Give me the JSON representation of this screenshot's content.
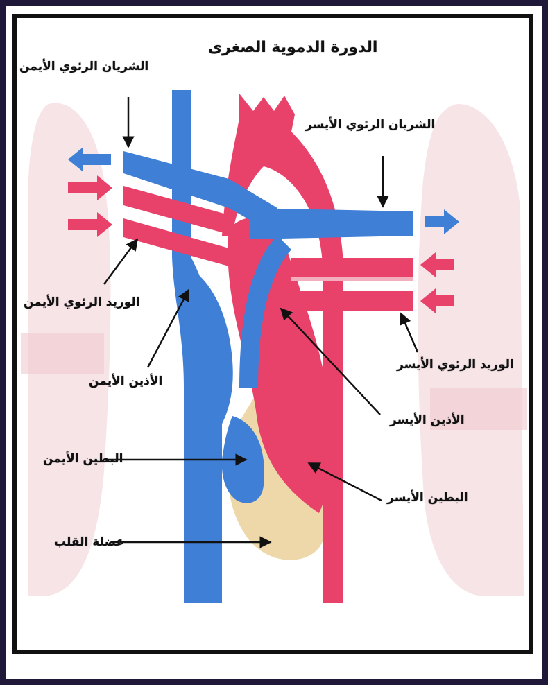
{
  "diagram": {
    "title": "الدورة الدموية الصغرى",
    "labels": {
      "right_pulmonary_artery": "الشريان الرئوي الأيمن",
      "left_pulmonary_artery": "الشريان الرئوي الأيسر",
      "right_pulmonary_vein": "الوريد الرئوي الأيمن",
      "left_pulmonary_vein": "الوريد الرئوي الأيسر",
      "right_atrium": "الأذين الأيمن",
      "left_atrium": "الأذين الأيسر",
      "right_ventricle": "البطين الأيمن",
      "left_ventricle": "البطين الأيسر",
      "heart_muscle": "عضلة القلب"
    },
    "colors": {
      "deoxygenated": "#3f7fd6",
      "oxygenated": "#e8426a",
      "heart_muscle": "#eed7a8",
      "lung": "#f6dfe3",
      "frame": "#111111",
      "background": "#1f1838"
    }
  }
}
